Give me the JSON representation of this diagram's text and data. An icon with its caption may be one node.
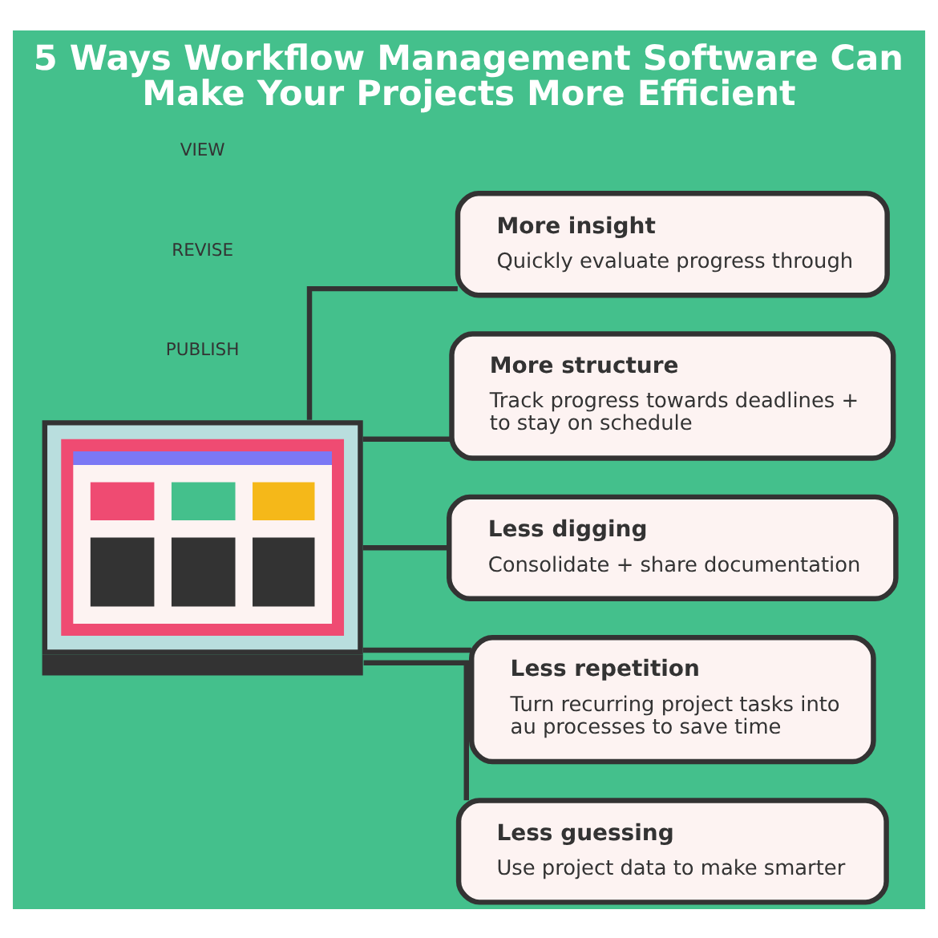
{
  "diagram": {
    "title": "5 Ways Workflow Management Software Can Make Your Projects More Efficient",
    "nodes": [
      {
        "text": [],
        "shape": "picture"
      },
      {
        "text": [
          "More insight",
          "Quickly evaluate progress through"
        ]
      },
      {
        "text": [
          "More structure",
          "Track progress towards deadlines + to stay on schedule"
        ]
      },
      {
        "text": [
          "Less digging",
          "Consolidate + share documentation"
        ]
      },
      {
        "text": [
          "Less repetition",
          "Turn recurring project tasks into au processes to save time"
        ]
      },
      {
        "text": [
          "Less guessing",
          "Use project data to make smarter"
        ]
      }
    ],
    "edges": [
      {
        "from": 0,
        "to": 1,
        "arrow": "none"
      },
      {
        "from": 0,
        "to": 2,
        "arrow": "none"
      },
      {
        "from": 0,
        "to": 3,
        "arrow": "none"
      },
      {
        "from": 0,
        "to": 4,
        "arrow": "none"
      },
      {
        "from": 0,
        "to": 5,
        "arrow": "none"
      }
    ],
    "labels": [
      "VIEW",
      "REVISE",
      "PUBLISH"
    ]
  }
}
